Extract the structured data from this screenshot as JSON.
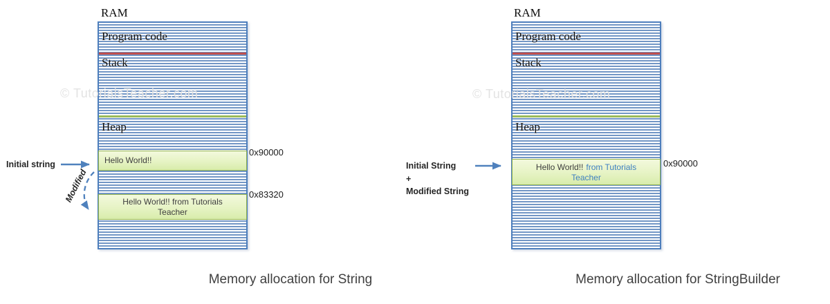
{
  "watermark_text": "© TutorialsTeacher.com",
  "left": {
    "ram_title": "RAM",
    "sections": {
      "program_code": "Program code",
      "stack": "Stack",
      "heap": "Heap"
    },
    "alloc1": {
      "text": "Hello World!!",
      "address": "0x90000"
    },
    "alloc2": {
      "text": "Hello World!! from Tutorials Teacher",
      "address": "0x83320"
    },
    "annotations": {
      "initial": "Initial string",
      "modified": "Modified"
    },
    "caption": "Memory allocation for String"
  },
  "right": {
    "ram_title": "RAM",
    "sections": {
      "program_code": "Program code",
      "stack": "Stack",
      "heap": "Heap"
    },
    "alloc1": {
      "text_dark": "Hello World!!",
      "text_blue": "from Tutorials Teacher",
      "address": "0x90000"
    },
    "annotations": {
      "line1": "Initial String",
      "line2": "+",
      "line3": "Modified String"
    },
    "caption": "Memory allocation for StringBuilder"
  },
  "colors": {
    "accent_blue": "#4f81bd",
    "stripe_blue": "#7296c5",
    "line_red": "#bf4e4d",
    "line_green": "#9bbb59",
    "alloc_fill": "#e6f3c4",
    "alloc_border": "#94b44f",
    "blue_text": "#3e7fc1",
    "watermark_gray": "#e3e3e3"
  }
}
